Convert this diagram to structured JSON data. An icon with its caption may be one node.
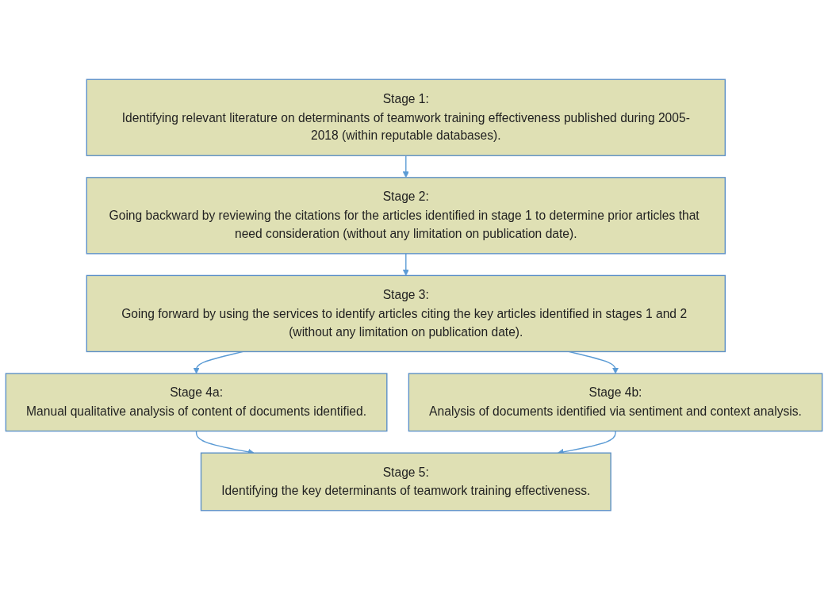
{
  "diagram": {
    "nodes": [
      {
        "text": [
          "Stage 1:",
          "Identifying relevant literature on determinants of teamwork training effectiveness published during 2005-2018 (within reputable databases)."
        ]
      },
      {
        "text": [
          "Stage 2:",
          "Going backward by reviewing the citations for the articles identified in stage 1 to determine prior articles that need consideration (without any limitation on publication date)."
        ]
      },
      {
        "text": [
          "Stage 3:",
          "Going forward by using the services to identify articles citing the key articles identified in stages 1 and 2 (without any limitation on publication date)."
        ]
      },
      {
        "text": [
          "Stage 4a:",
          "Manual qualitative analysis of content of documents identified."
        ]
      },
      {
        "text": [
          "Stage 4b:",
          "Analysis of documents identified via sentiment and context analysis."
        ]
      },
      {
        "text": [
          "Stage 5:",
          "Identifying the key determinants of teamwork training effectiveness."
        ]
      }
    ],
    "edges": [
      {
        "from": 0,
        "to": 1,
        "arrow": "to"
      },
      {
        "from": 1,
        "to": 2,
        "arrow": "to"
      },
      {
        "from": 2,
        "to": 3,
        "arrow": "to"
      },
      {
        "from": 2,
        "to": 4,
        "arrow": "to"
      },
      {
        "from": 3,
        "to": 5,
        "arrow": "to"
      },
      {
        "from": 4,
        "to": 5,
        "arrow": "to"
      }
    ]
  }
}
